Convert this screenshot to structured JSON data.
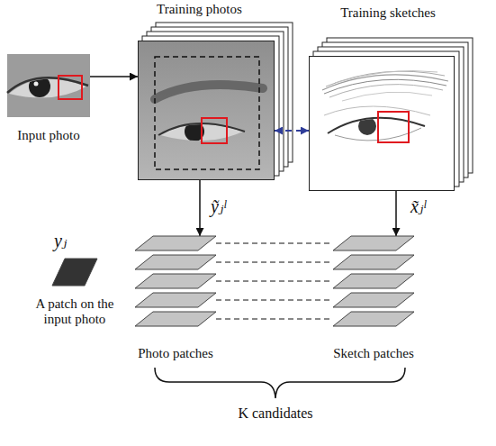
{
  "diagram": {
    "nodes": [
      {
        "text": [
          "Input photo"
        ]
      },
      {
        "text": [
          "Training photos"
        ]
      },
      {
        "text": [
          "Training sketches"
        ]
      },
      {
        "text": [
          "yⱼ",
          "A patch on the input photo"
        ]
      },
      {
        "text": [
          "ỹⱼˡ",
          "Photo patches"
        ]
      },
      {
        "text": [
          "x̃ⱼˡ",
          "Sketch patches"
        ]
      }
    ],
    "edges": [
      {
        "from": 0,
        "to": 1,
        "arrow": "to"
      },
      {
        "from": 1,
        "to": 2,
        "arrow": "both"
      },
      {
        "from": 1,
        "to": 4,
        "arrow": "to"
      },
      {
        "from": 2,
        "to": 5,
        "arrow": "to"
      },
      {
        "from": 4,
        "to": 5,
        "arrow": "none"
      }
    ],
    "labels": [
      "K candidates"
    ]
  }
}
